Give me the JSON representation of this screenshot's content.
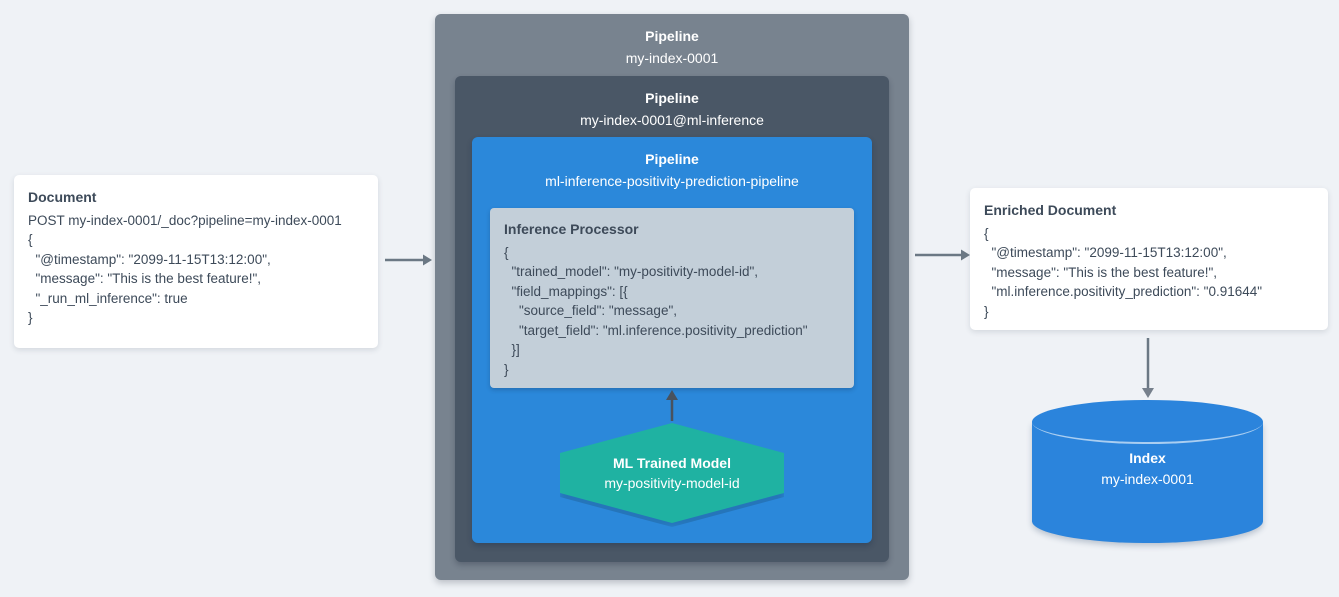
{
  "diagram_title": "ML inference pipeline flow",
  "colors": {
    "background": "#eff2f6",
    "card_bg": "#ffffff",
    "text_dark": "#3d4a59",
    "pipeline_outer_bg": "#78838f",
    "pipeline_mid_bg": "#4a5766",
    "pipeline_inner_bg": "#2b88da",
    "processor_bg": "#c3cfd9",
    "hexagon_bg": "#1fb2a2",
    "cylinder_bg": "#2b84dc",
    "arrow_gray": "#6b7884",
    "arrow_dark": "#49525d",
    "title_text": "#ffffff"
  },
  "document_card": {
    "title": "Document",
    "lines": [
      "POST my-index-0001/_doc?pipeline=my-index-0001",
      "{",
      "  \"@timestamp\": \"2099-11-15T13:12:00\",",
      "  \"message\": \"This is the best feature!\",",
      "  \"_run_ml_inference\": true",
      "}"
    ]
  },
  "outer_pipeline": {
    "title": "Pipeline",
    "name": "my-index-0001"
  },
  "ml_pipeline": {
    "title": "Pipeline",
    "name": "my-index-0001@ml-inference"
  },
  "inference_pipeline": {
    "title": "Pipeline",
    "name": "ml-inference-positivity-prediction-pipeline"
  },
  "inference_processor": {
    "title": "Inference Processor",
    "lines": [
      "{",
      "  \"trained_model\": \"my-positivity-model-id\",",
      "  \"field_mappings\": [{",
      "    \"source_field\": \"message\",",
      "    \"target_field\": \"ml.inference.positivity_prediction\"",
      "  }]",
      "}"
    ]
  },
  "trained_model": {
    "title": "ML Trained Model",
    "name": "my-positivity-model-id"
  },
  "enriched_card": {
    "title": "Enriched Document",
    "lines": [
      "{",
      "  \"@timestamp\": \"2099-11-15T13:12:00\",",
      "  \"message\": \"This is the best feature!\",",
      "  \"ml.inference.positivity_prediction\": \"0.91644\"",
      "}"
    ]
  },
  "index": {
    "title": "Index",
    "name": "my-index-0001"
  }
}
